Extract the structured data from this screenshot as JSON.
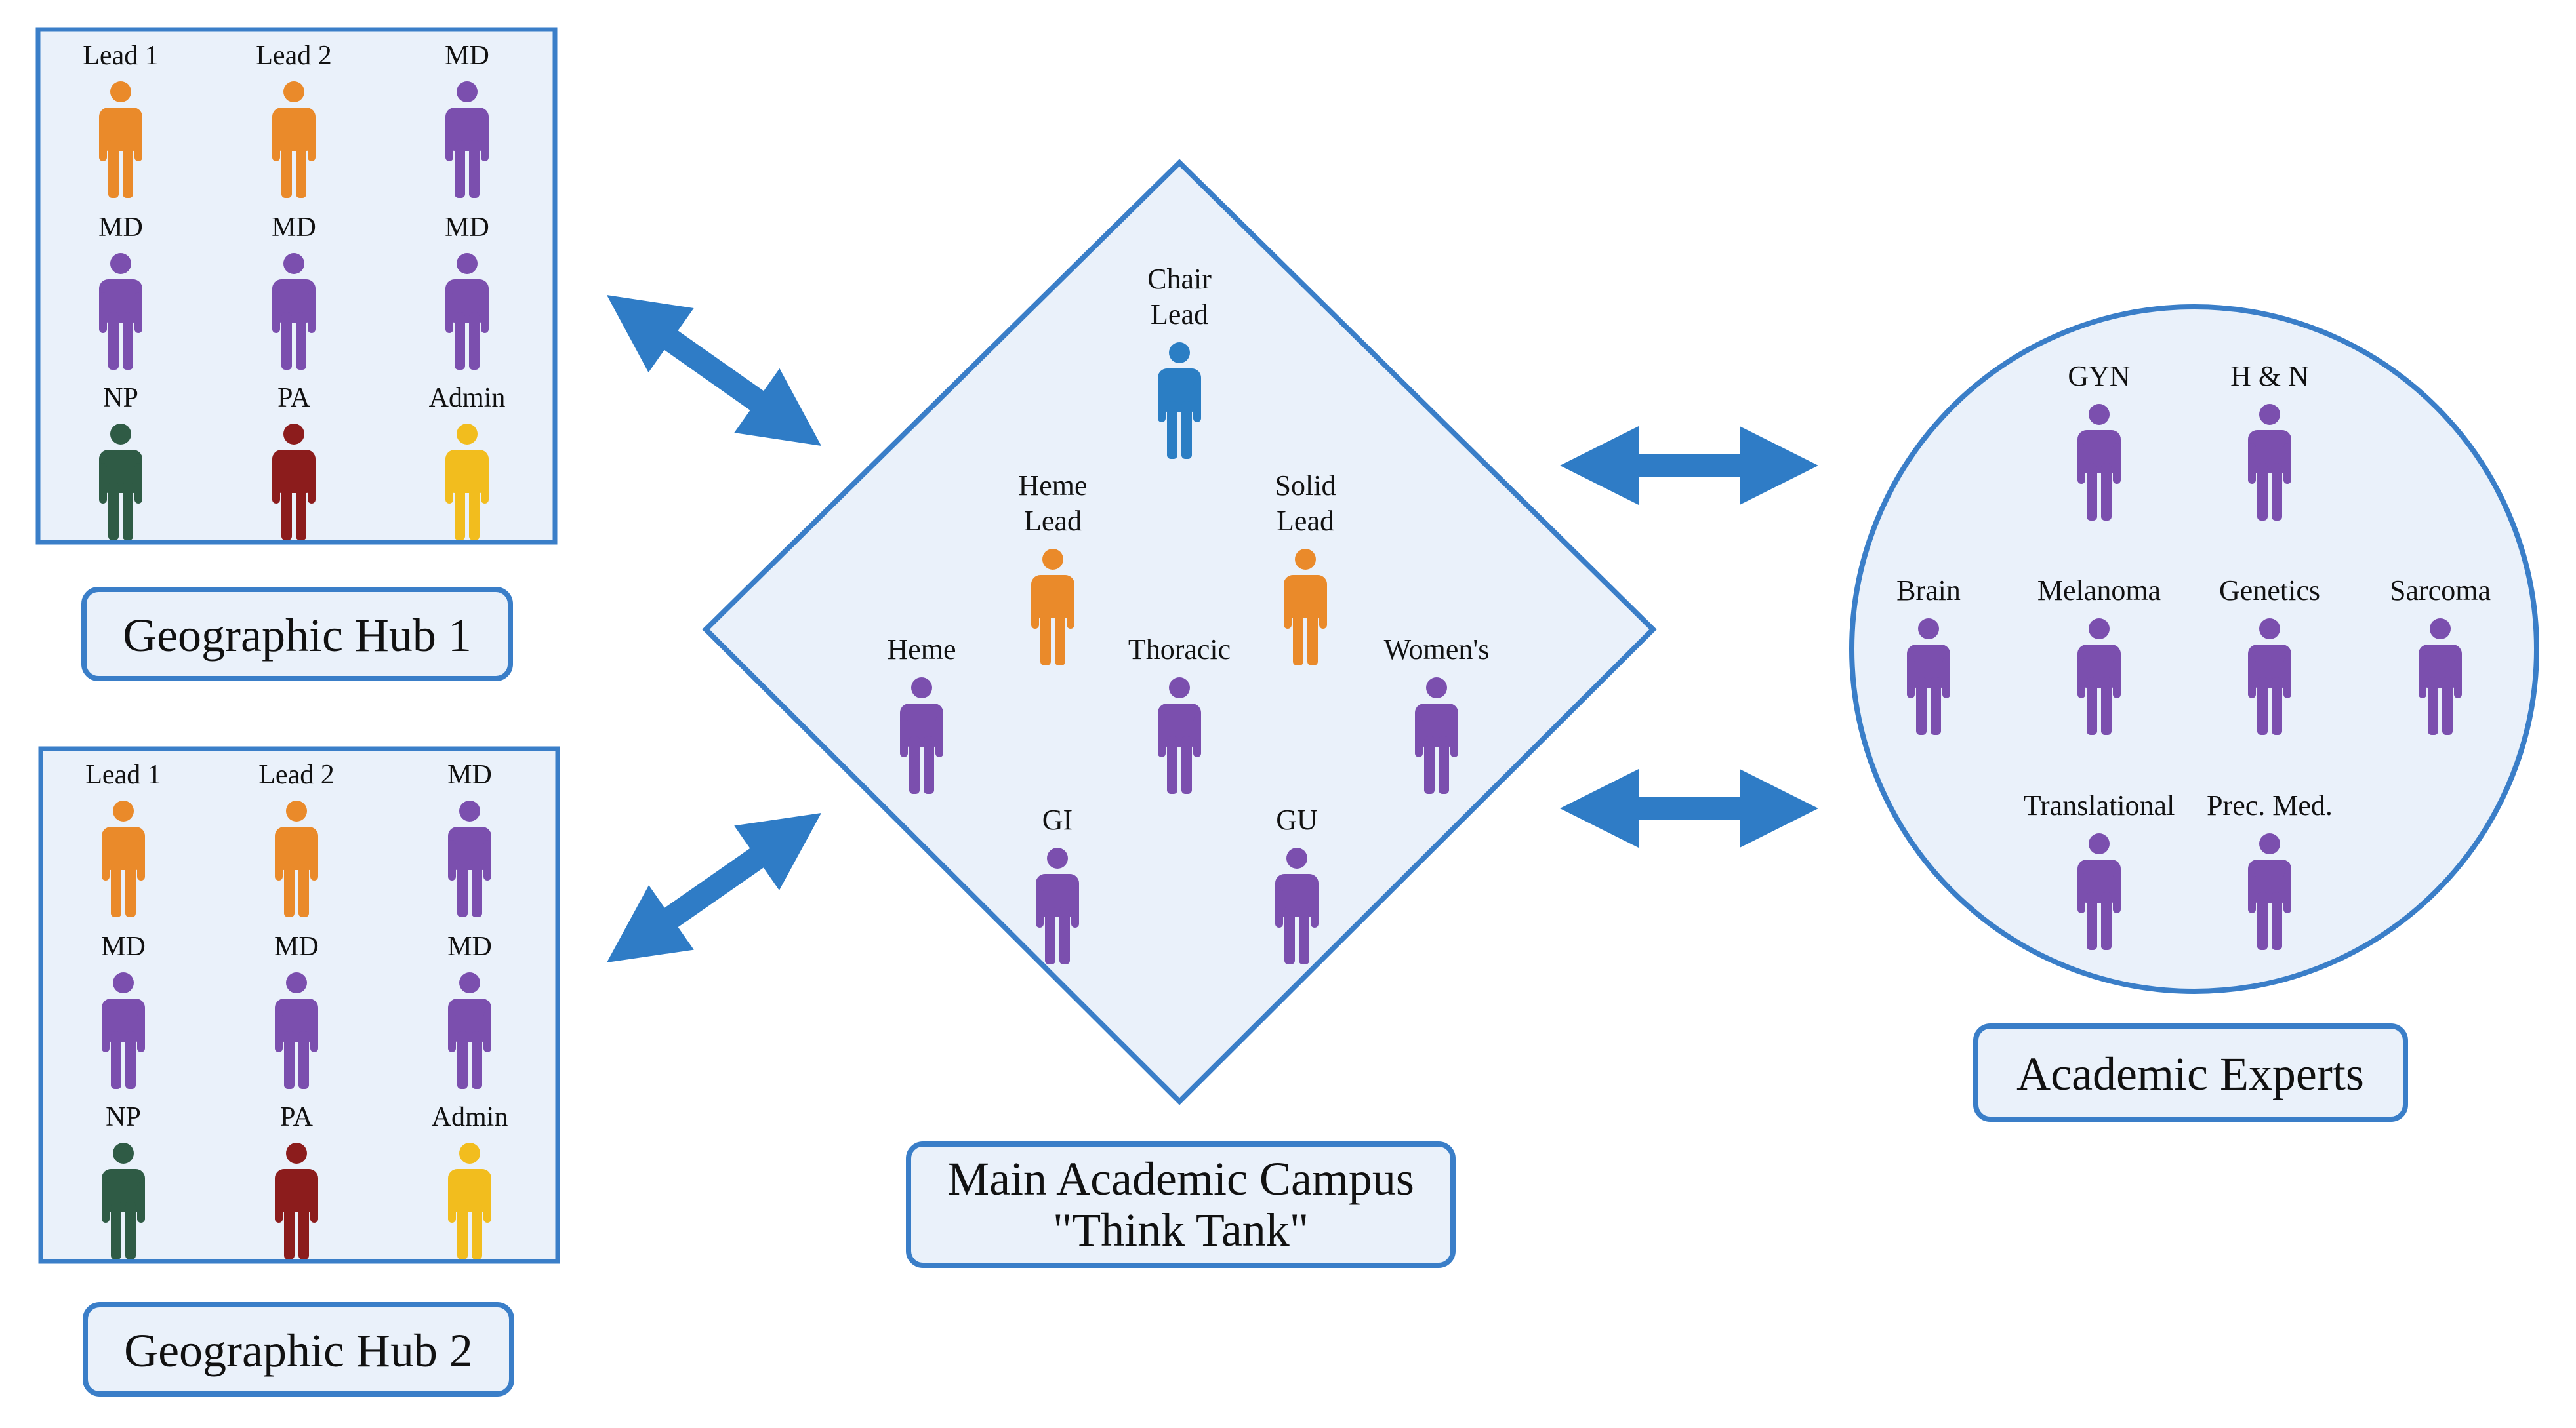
{
  "colors": {
    "panel_fill": "#eaf1fa",
    "panel_stroke": "#3a7ec8",
    "arrow": "#2f7cc6",
    "lead": "#ea8a2a",
    "md": "#7b4fae",
    "np": "#2f5b45",
    "pa": "#8c1c1c",
    "admin": "#f2bd1e",
    "chair": "#2b7ec4"
  },
  "hub1": {
    "label": "Geographic Hub 1",
    "members": [
      {
        "label": "Lead 1",
        "role": "lead"
      },
      {
        "label": "Lead 2",
        "role": "lead"
      },
      {
        "label": "MD",
        "role": "md"
      },
      {
        "label": "MD",
        "role": "md"
      },
      {
        "label": "MD",
        "role": "md"
      },
      {
        "label": "MD",
        "role": "md"
      },
      {
        "label": "NP",
        "role": "np"
      },
      {
        "label": "PA",
        "role": "pa"
      },
      {
        "label": "Admin",
        "role": "admin"
      }
    ]
  },
  "hub2": {
    "label": "Geographic Hub 2",
    "members": [
      {
        "label": "Lead 1",
        "role": "lead"
      },
      {
        "label": "Lead 2",
        "role": "lead"
      },
      {
        "label": "MD",
        "role": "md"
      },
      {
        "label": "MD",
        "role": "md"
      },
      {
        "label": "MD",
        "role": "md"
      },
      {
        "label": "MD",
        "role": "md"
      },
      {
        "label": "NP",
        "role": "np"
      },
      {
        "label": "PA",
        "role": "pa"
      },
      {
        "label": "Admin",
        "role": "admin"
      }
    ]
  },
  "campus": {
    "label_line1": "Main Academic Campus",
    "label_line2": "\"Think Tank\"",
    "members": [
      {
        "label": [
          "Chair",
          "Lead"
        ],
        "role": "chair"
      },
      {
        "label": [
          "Heme",
          "Lead"
        ],
        "role": "lead"
      },
      {
        "label": [
          "Solid",
          "Lead"
        ],
        "role": "lead"
      },
      {
        "label": [
          "Heme"
        ],
        "role": "md"
      },
      {
        "label": [
          "Thoracic"
        ],
        "role": "md"
      },
      {
        "label": [
          "Women's"
        ],
        "role": "md"
      },
      {
        "label": [
          "GI"
        ],
        "role": "md"
      },
      {
        "label": [
          "GU"
        ],
        "role": "md"
      }
    ]
  },
  "experts": {
    "label": "Academic Experts",
    "members": [
      {
        "label": "GYN",
        "role": "md"
      },
      {
        "label": "H & N",
        "role": "md"
      },
      {
        "label": "Brain",
        "role": "md"
      },
      {
        "label": "Melanoma",
        "role": "md"
      },
      {
        "label": "Genetics",
        "role": "md"
      },
      {
        "label": "Sarcoma",
        "role": "md"
      },
      {
        "label": "Translational",
        "role": "md"
      },
      {
        "label": "Prec. Med.",
        "role": "md"
      }
    ]
  }
}
